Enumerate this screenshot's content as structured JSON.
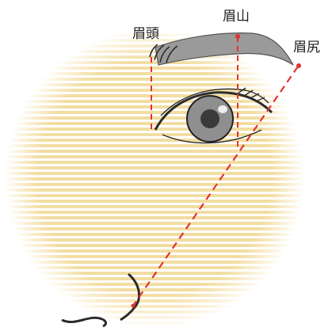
{
  "labels": {
    "head": "眉頭",
    "peak": "眉山",
    "tail": "眉尻"
  },
  "colors": {
    "guide_line": "#e0332e",
    "stripe": "#f0d58a",
    "ink": "#2b2b2b",
    "brow_fill": "#9a9a9a",
    "iris": "#8f8f8f",
    "pupil": "#3a3a3a"
  }
}
